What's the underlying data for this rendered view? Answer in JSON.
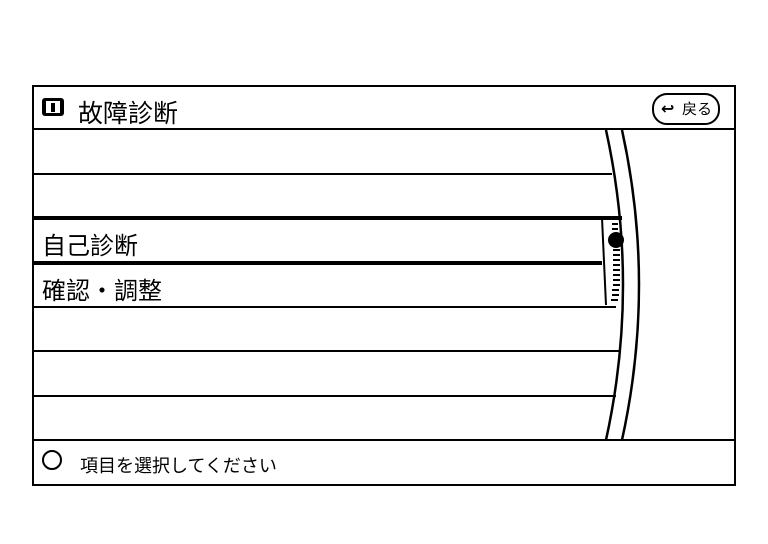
{
  "header": {
    "title": "故障診断",
    "info_icon": "info-icon",
    "back_label": "戻る"
  },
  "menu": {
    "items": [
      {
        "label": "自己診断",
        "selected": true
      },
      {
        "label": "確認・調整",
        "selected": false
      }
    ]
  },
  "scrollbar": {
    "position": 0.05
  },
  "footer": {
    "hint": "項目を選択してください",
    "icon": "dial-icon"
  }
}
